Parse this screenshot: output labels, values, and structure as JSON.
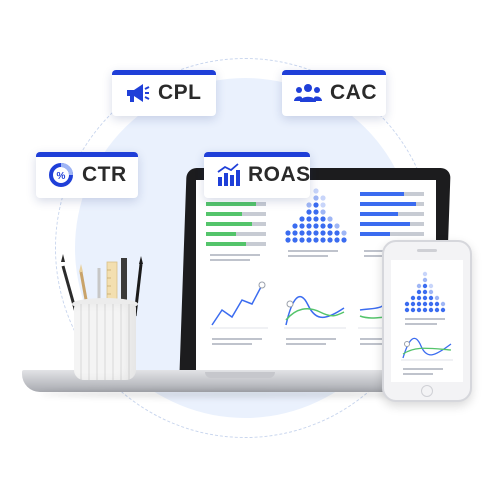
{
  "badges": {
    "cpl": {
      "label": "CPL",
      "icon": "megaphone-icon"
    },
    "cac": {
      "label": "CAC",
      "icon": "users-icon"
    },
    "ctr": {
      "label": "CTR",
      "icon": "percent-pie-icon"
    },
    "roas": {
      "label": "ROAS",
      "icon": "bar-trend-icon"
    }
  },
  "colors": {
    "accent": "#1f3fd8",
    "chart_blue": "#3b6cf0",
    "chart_green": "#54c46b",
    "chart_gray": "#c7cbd3",
    "background_circle": "#eaf1fd"
  }
}
